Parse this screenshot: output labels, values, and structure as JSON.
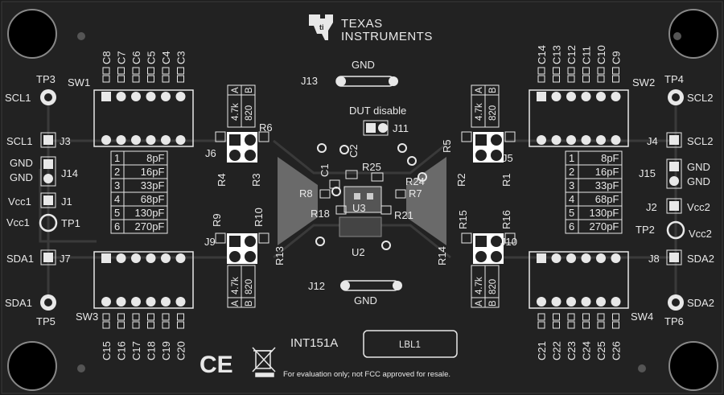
{
  "brand": {
    "line1": "TEXAS",
    "line2": "INSTRUMENTS"
  },
  "board_name": "INT151A",
  "label_box": "LBL1",
  "disclaimer": "For evaluation only; not FCC approved for resale.",
  "gnd_top": "GND",
  "gnd_bottom": "GND",
  "dut_disable": "DUT disable",
  "ref": {
    "J13": "J13",
    "J12": "J12",
    "J11": "J11",
    "J1": "J1",
    "J2": "J2",
    "J3": "J3",
    "J4": "J4",
    "J5": "J5",
    "J6": "J6",
    "J7": "J7",
    "J8": "J8",
    "J9": "J9",
    "J10": "J10",
    "J14": "J14",
    "J15": "J15",
    "TP1": "TP1",
    "TP2": "TP2",
    "TP3": "TP3",
    "TP4": "TP4",
    "TP5": "TP5",
    "TP6": "TP6",
    "SW1": "SW1",
    "SW2": "SW2",
    "SW3": "SW3",
    "SW4": "SW4",
    "U2": "U2",
    "U3": "U3",
    "R1": "R1",
    "R2": "R2",
    "R3": "R3",
    "R4": "R4",
    "R5": "R5",
    "R6": "R6",
    "R7": "R7",
    "R8": "R8",
    "R9": "R9",
    "R10": "R10",
    "R13": "R13",
    "R14": "R14",
    "R15": "R15",
    "R16": "R16",
    "R18": "R18",
    "R21": "R21",
    "R24": "R24",
    "R25": "R25",
    "C1": "C1",
    "C2": "C2"
  },
  "caps_top_left": [
    "C8",
    "C7",
    "C6",
    "C5",
    "C4",
    "C3"
  ],
  "caps_top_right": [
    "C14",
    "C13",
    "C12",
    "C11",
    "C10",
    "C9"
  ],
  "caps_bottom_left": [
    "C15",
    "C16",
    "C17",
    "C18",
    "C19",
    "C20"
  ],
  "caps_bottom_right": [
    "C21",
    "C22",
    "C23",
    "C24",
    "C25",
    "C26"
  ],
  "signals": {
    "scl1": "SCL1",
    "sda1": "SDA1",
    "scl2": "SCL2",
    "sda2": "SDA2",
    "vcc1": "Vcc1",
    "vcc2": "Vcc2",
    "gnd": "GND"
  },
  "cap_table": {
    "nums": [
      "1",
      "2",
      "3",
      "4",
      "5",
      "6"
    ],
    "vals": [
      "8pF",
      "16pF",
      "33pF",
      "68pF",
      "130pF",
      "270pF"
    ]
  },
  "res_table": {
    "a": "A",
    "b": "B",
    "a_val": "4.7k",
    "b_val": "820"
  },
  "marks": {
    "ce": "CE"
  }
}
